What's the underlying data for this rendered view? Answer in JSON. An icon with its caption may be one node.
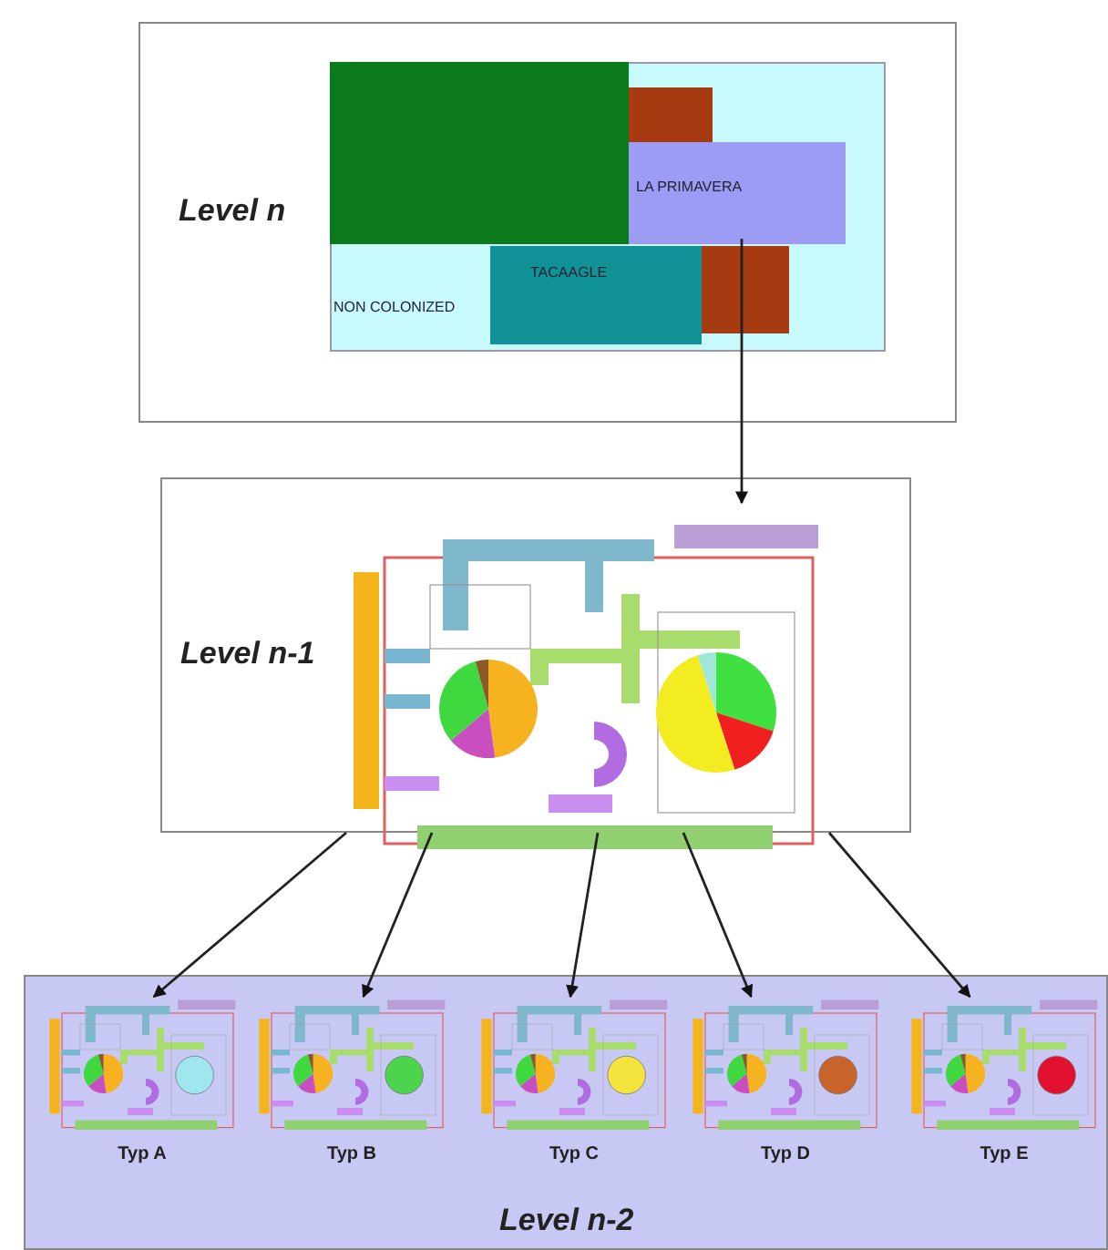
{
  "diagram": {
    "nodes": [
      {
        "text": [
          "Level n"
        ]
      },
      {
        "text": [
          "LA PRIMAVERA"
        ],
        "in": 0
      },
      {
        "text": [
          "TACAAGLE"
        ],
        "in": 0
      },
      {
        "text": [
          "Level n-1"
        ]
      },
      {
        "text": [
          "Level n-2"
        ]
      },
      {
        "text": [
          "Typ A"
        ],
        "in": 4
      },
      {
        "text": [
          "Typ B"
        ],
        "in": 4
      },
      {
        "text": [
          "Typ C"
        ],
        "in": 4
      },
      {
        "text": [
          "Typ D"
        ],
        "in": 4
      },
      {
        "text": [
          "Typ E"
        ],
        "in": 4
      }
    ],
    "edges": [
      {
        "from": 1,
        "to": 3,
        "arrow": "to"
      },
      {
        "from": 3,
        "to": 5,
        "arrow": "to"
      },
      {
        "from": 3,
        "to": 6,
        "arrow": "to"
      },
      {
        "from": 3,
        "to": 7,
        "arrow": "to"
      },
      {
        "from": 3,
        "to": 8,
        "arrow": "to"
      },
      {
        "from": 3,
        "to": 9,
        "arrow": "to"
      }
    ],
    "labels": [
      "NON COLONIZED"
    ]
  }
}
